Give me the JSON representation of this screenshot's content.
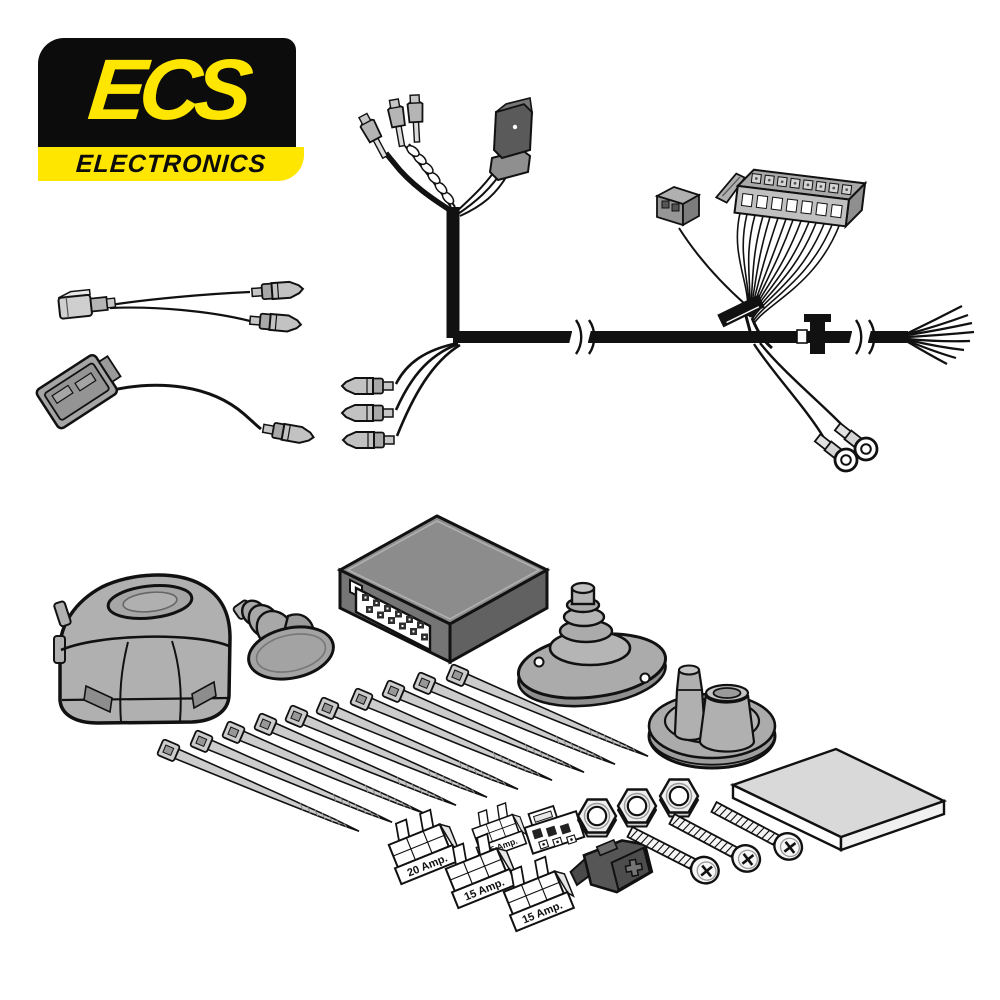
{
  "logo": {
    "brand": "ECS",
    "subtitle": "ELECTRONICS",
    "yellow": "#ffe600",
    "black": "#0c0c0c"
  },
  "fuse_labels": [
    "20 Amp.",
    "15 Amp.",
    "15 Amp.",
    "15 Amp."
  ],
  "palette": {
    "background": "#ffffff",
    "outline": "#111111",
    "light_gray": "#b3b3b3",
    "mid_gray": "#9a9a9a",
    "dark_gray": "#5a5a5a",
    "module_gray": "#7a7a7a",
    "tie_gray": "#cccccc",
    "pad_gray": "#d9d9d9"
  },
  "parts": [
    "ecs-electronics-logo",
    "y-splitter-adapter-cable",
    "single-adapter-cable",
    "main-wiring-harness",
    "vehicle-connector-plug",
    "multi-pin-connector-block",
    "bullet-terminals",
    "spade-terminals",
    "ring-terminals",
    "socket-housing",
    "rubber-grommet-with-cap",
    "control-module",
    "rubber-boot-plate",
    "round-dual-grommet",
    "foam-pad",
    "cable-ties-x10",
    "blade-fuses-x4",
    "fuse-holder",
    "relay-housing",
    "hex-nuts-x3",
    "pan-head-screws-x3"
  ]
}
